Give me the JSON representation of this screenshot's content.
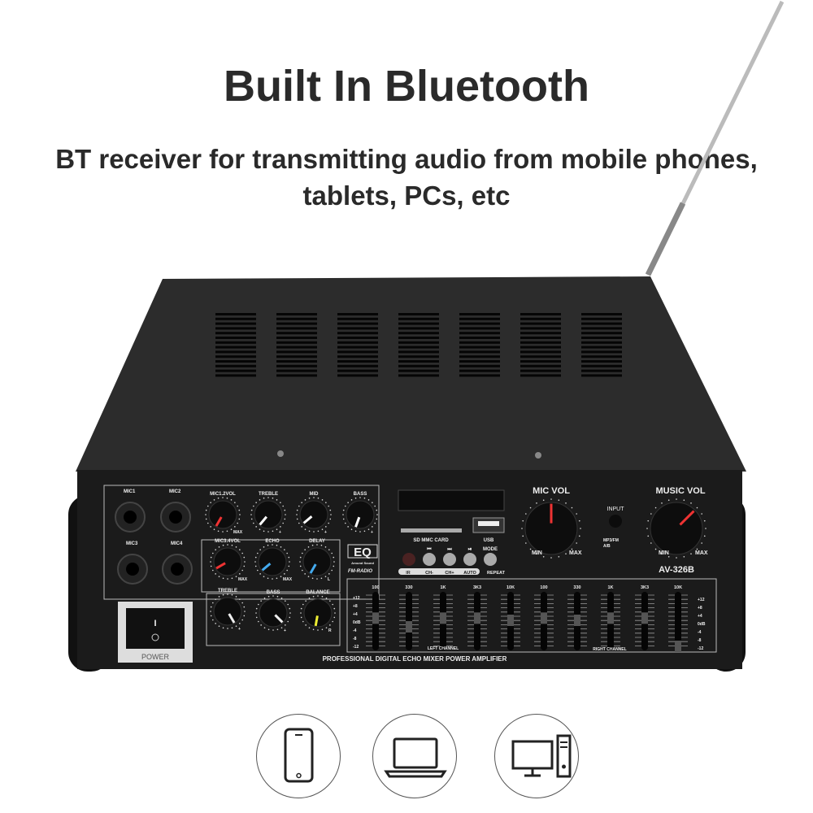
{
  "headline": "Built In Bluetooth",
  "subtitle": [
    "BT receiver for transmitting audio from mobile phones,",
    "tablets, PCs, etc"
  ],
  "amplifier": {
    "model": "AV-326B",
    "footer_label": "PROFESSIONAL DIGITAL ECHO MIXER POWER AMPLIFIER",
    "mic_jacks": [
      "MIC1",
      "MIC2",
      "MIC3",
      "MIC4"
    ],
    "knobs_row1": [
      "MIC1.2VOL",
      "TREBLE",
      "MID",
      "BASS"
    ],
    "knobs_row2": [
      "MIC3.4VOL",
      "ECHO",
      "DELAY"
    ],
    "knobs_row3": [
      "TREBLE",
      "BASS",
      "BALANCE"
    ],
    "max_label": "MAX",
    "plus_label": "+",
    "l_label": "L",
    "r_label": "R",
    "power_label": "POWER",
    "sd_label": "SD MMC CARD",
    "usb_label": "USB",
    "eq_logo": "EQ",
    "eq_sub": "Around Sound",
    "fm_radio": "FM-RADIO",
    "button_top_labels": [
      "⏮",
      "⏭",
      "⏯",
      "MODE"
    ],
    "button_bottom_labels": [
      "IR",
      "CH-",
      "CH+",
      "AUTO",
      "REPEAT"
    ],
    "mic_vol": "MIC VOL",
    "music_vol": "MUSIC VOL",
    "min_label": "MIN",
    "input_label": "INPUT",
    "input_modes": [
      "MP3/FM",
      "A/B"
    ],
    "eq_bands": [
      "100",
      "330",
      "1K",
      "3K3",
      "10K",
      "100",
      "330",
      "1K",
      "3K3",
      "10K"
    ],
    "eq_slider_levels_db": [
      1,
      -3,
      1,
      1,
      0,
      1,
      0,
      1,
      1,
      -12
    ],
    "db_scale": [
      "+12",
      "+8",
      "+4",
      "0dB",
      "-4",
      "-8",
      "-12"
    ],
    "left_channel": "LEFT CHANNEL",
    "right_channel": "RIGHT CHANNEL"
  },
  "device_icons": [
    "smartphone-icon",
    "laptop-icon",
    "desktop-computer-icon"
  ]
}
